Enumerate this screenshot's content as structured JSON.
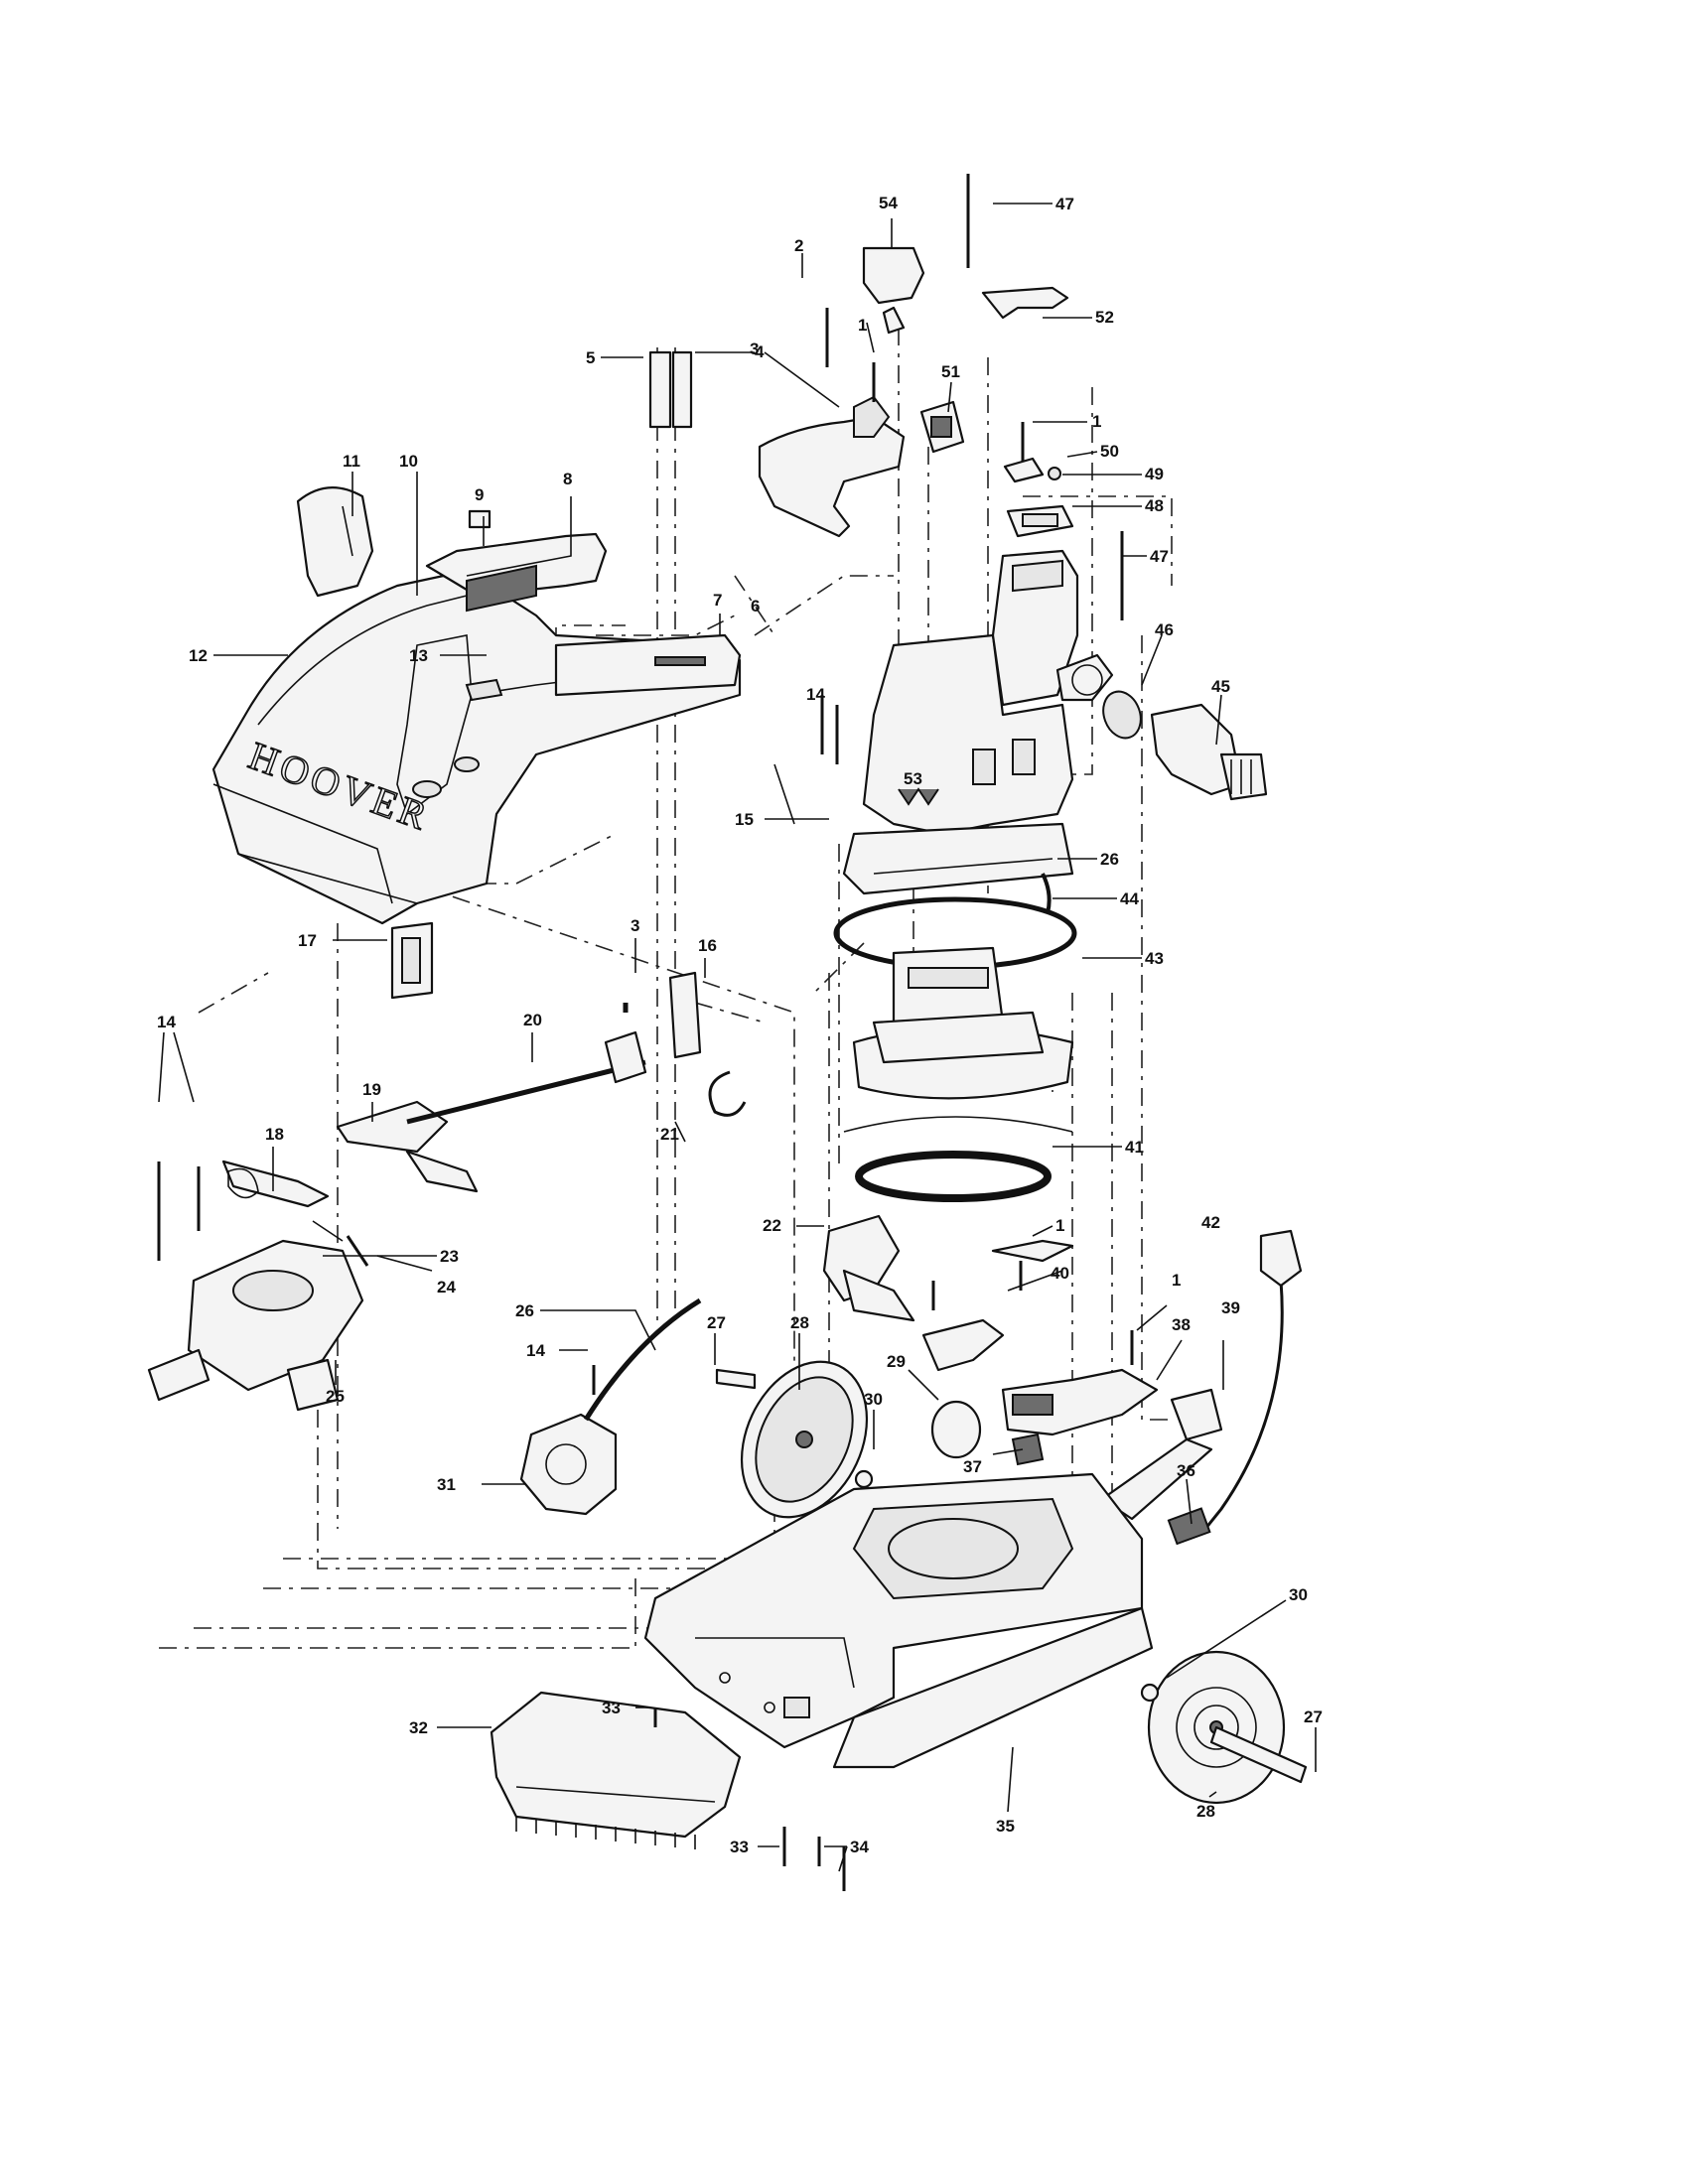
{
  "diagram": {
    "brand_text": "HOOVER",
    "callouts": {
      "c1": "1",
      "c1b": "1",
      "c1c": "1",
      "c1d": "1",
      "c2": "2",
      "c3": "3",
      "c3b": "3",
      "c4": "4",
      "c5": "5",
      "c6": "6",
      "c7": "7",
      "c8": "8",
      "c9": "9",
      "c10": "10",
      "c11": "11",
      "c12": "12",
      "c13": "13",
      "c14": "14",
      "c14b": "14",
      "c14c": "14",
      "c15": "15",
      "c16": "16",
      "c17": "17",
      "c18": "18",
      "c19": "19",
      "c20": "20",
      "c21": "21",
      "c22": "22",
      "c23": "23",
      "c24": "24",
      "c25": "25",
      "c26": "26",
      "c26b": "26",
      "c27": "27",
      "c27b": "27",
      "c28": "28",
      "c28b": "28",
      "c29": "29",
      "c30": "30",
      "c30b": "30",
      "c31": "31",
      "c32": "32",
      "c33": "33",
      "c33b": "33",
      "c34": "34",
      "c35": "35",
      "c36": "36",
      "c37": "37",
      "c38": "38",
      "c39": "39",
      "c40": "40",
      "c41": "41",
      "c42": "42",
      "c43": "43",
      "c44": "44",
      "c45": "45",
      "c46": "46",
      "c47": "47",
      "c47b": "47",
      "c48": "48",
      "c49": "49",
      "c50": "50",
      "c51": "51",
      "c52": "52",
      "c53": "53",
      "c54": "54"
    }
  }
}
